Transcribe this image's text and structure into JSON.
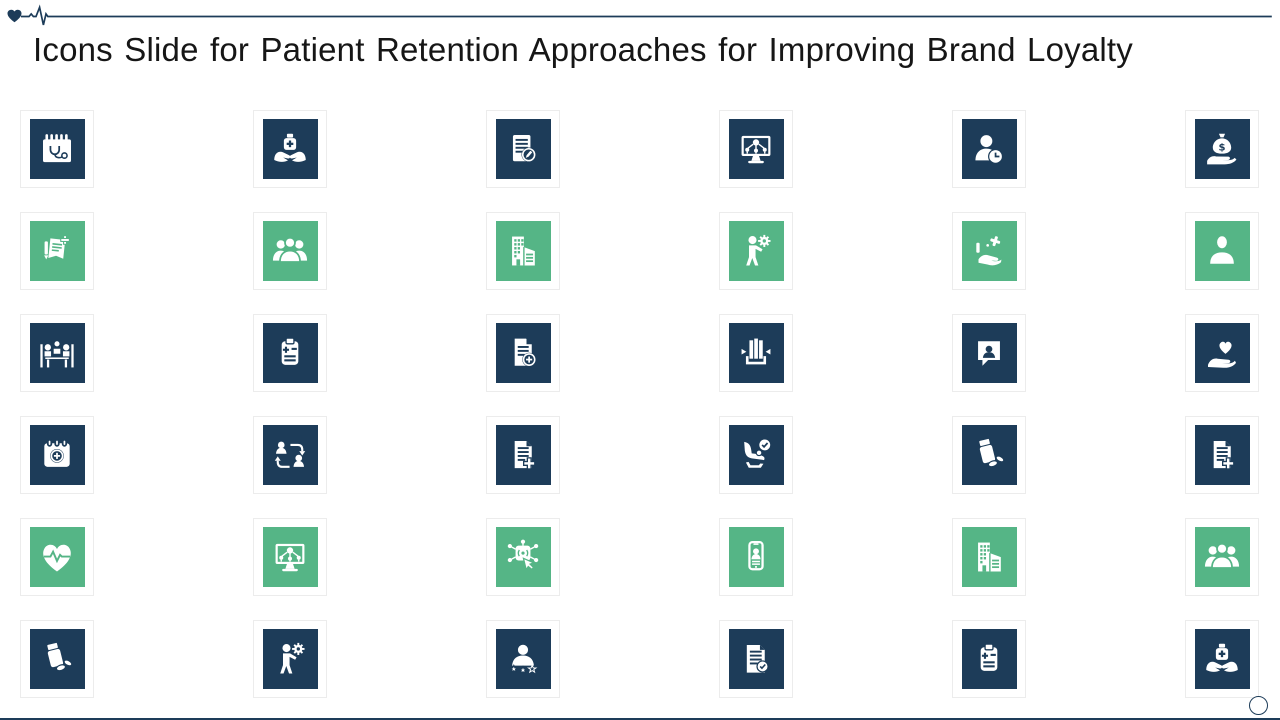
{
  "slide": {
    "title": "Icons Slide for Patient Retention Approaches for Improving Brand Loyalty"
  },
  "colors": {
    "navy": "#1d3c59",
    "green": "#55b586",
    "tile_frame_border": "#ececec",
    "title_text": "#161616"
  },
  "decorations": {
    "top": "heartbeat-ekg-line",
    "bottom": "footer-line",
    "bottom_right": "outline-circle"
  },
  "grid": {
    "rows": 6,
    "cols": 6,
    "tiles": [
      {
        "icon": "calendar-stethoscope-icon",
        "color": "navy"
      },
      {
        "icon": "hands-medicine-icon",
        "color": "navy"
      },
      {
        "icon": "document-edit-icon",
        "color": "navy"
      },
      {
        "icon": "monitor-network-icon",
        "color": "navy"
      },
      {
        "icon": "person-clock-icon",
        "color": "navy"
      },
      {
        "icon": "hand-money-bag-icon",
        "color": "navy"
      },
      {
        "icon": "prescription-pencil-icon",
        "color": "green"
      },
      {
        "icon": "people-group-icon",
        "color": "green"
      },
      {
        "icon": "building-hospital-icon",
        "color": "green"
      },
      {
        "icon": "person-gear-icon",
        "color": "green"
      },
      {
        "icon": "hand-medical-cross-icon",
        "color": "green"
      },
      {
        "icon": "person-silhouette-icon",
        "color": "green"
      },
      {
        "icon": "meeting-table-icon",
        "color": "navy"
      },
      {
        "icon": "clipboard-chart-icon",
        "color": "navy"
      },
      {
        "icon": "document-add-circle-icon",
        "color": "navy"
      },
      {
        "icon": "bar-columns-arrows-icon",
        "color": "navy"
      },
      {
        "icon": "chat-person-icon",
        "color": "navy"
      },
      {
        "icon": "hand-heart-icon",
        "color": "navy"
      },
      {
        "icon": "calendar-plus-icon",
        "color": "navy"
      },
      {
        "icon": "people-sync-icon",
        "color": "navy"
      },
      {
        "icon": "document-plus-icon",
        "color": "navy"
      },
      {
        "icon": "recliner-check-icon",
        "color": "navy"
      },
      {
        "icon": "pill-bottle-icon",
        "color": "navy"
      },
      {
        "icon": "document-plus-icon",
        "color": "navy"
      },
      {
        "icon": "heart-pulse-icon",
        "color": "green"
      },
      {
        "icon": "monitor-network-icon",
        "color": "green"
      },
      {
        "icon": "network-touch-icon",
        "color": "green"
      },
      {
        "icon": "phone-person-icon",
        "color": "green"
      },
      {
        "icon": "building-hospital-icon",
        "color": "green"
      },
      {
        "icon": "people-group-icon",
        "color": "green"
      },
      {
        "icon": "pill-bottle-icon",
        "color": "navy"
      },
      {
        "icon": "person-gear-icon",
        "color": "navy"
      },
      {
        "icon": "person-stars-icon",
        "color": "navy"
      },
      {
        "icon": "document-check-icon",
        "color": "navy"
      },
      {
        "icon": "clipboard-chart-icon",
        "color": "navy"
      },
      {
        "icon": "hands-medicine-icon",
        "color": "navy"
      }
    ]
  }
}
